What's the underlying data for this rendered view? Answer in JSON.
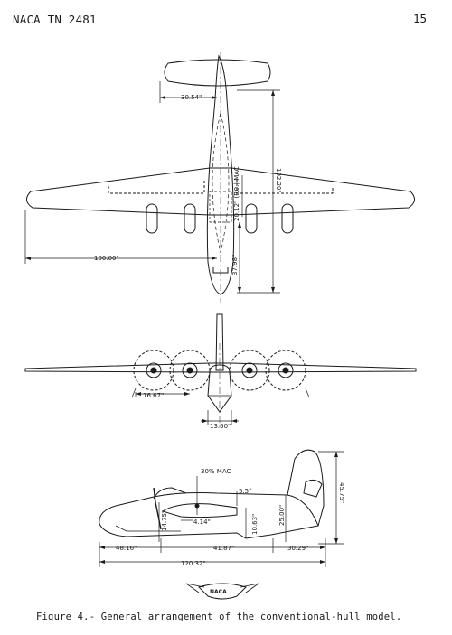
{
  "header": {
    "report_id": "NACA TN 2481",
    "page_number": "15"
  },
  "plan_view": {
    "tail_span": "30.54\"",
    "wing_span_half": "100.00\"",
    "overall_length": "102.20\"",
    "mac_label": "20.12\" (P.0.) MAC",
    "mac_station": "37.98\""
  },
  "front_view": {
    "prop_spacing": "16.67\"",
    "hull_beam": "13.50\""
  },
  "side_view": {
    "mac_label": "30% MAC",
    "angle": "5.5°",
    "dim_14_75": "14.75\"",
    "dim_4_14": "4.14\"",
    "dim_10_63": "10.63\"",
    "dim_25_00": "25.00\"",
    "dim_45_75": "45.75\"",
    "dim_48_16": "48.16\"",
    "dim_41_87": "41.87\"",
    "dim_30_29": "30.29\"",
    "dim_120_32": "120.32\""
  },
  "logo": {
    "text": "NACA"
  },
  "caption": "Figure 4.- General arrangement of the conventional-hull model."
}
